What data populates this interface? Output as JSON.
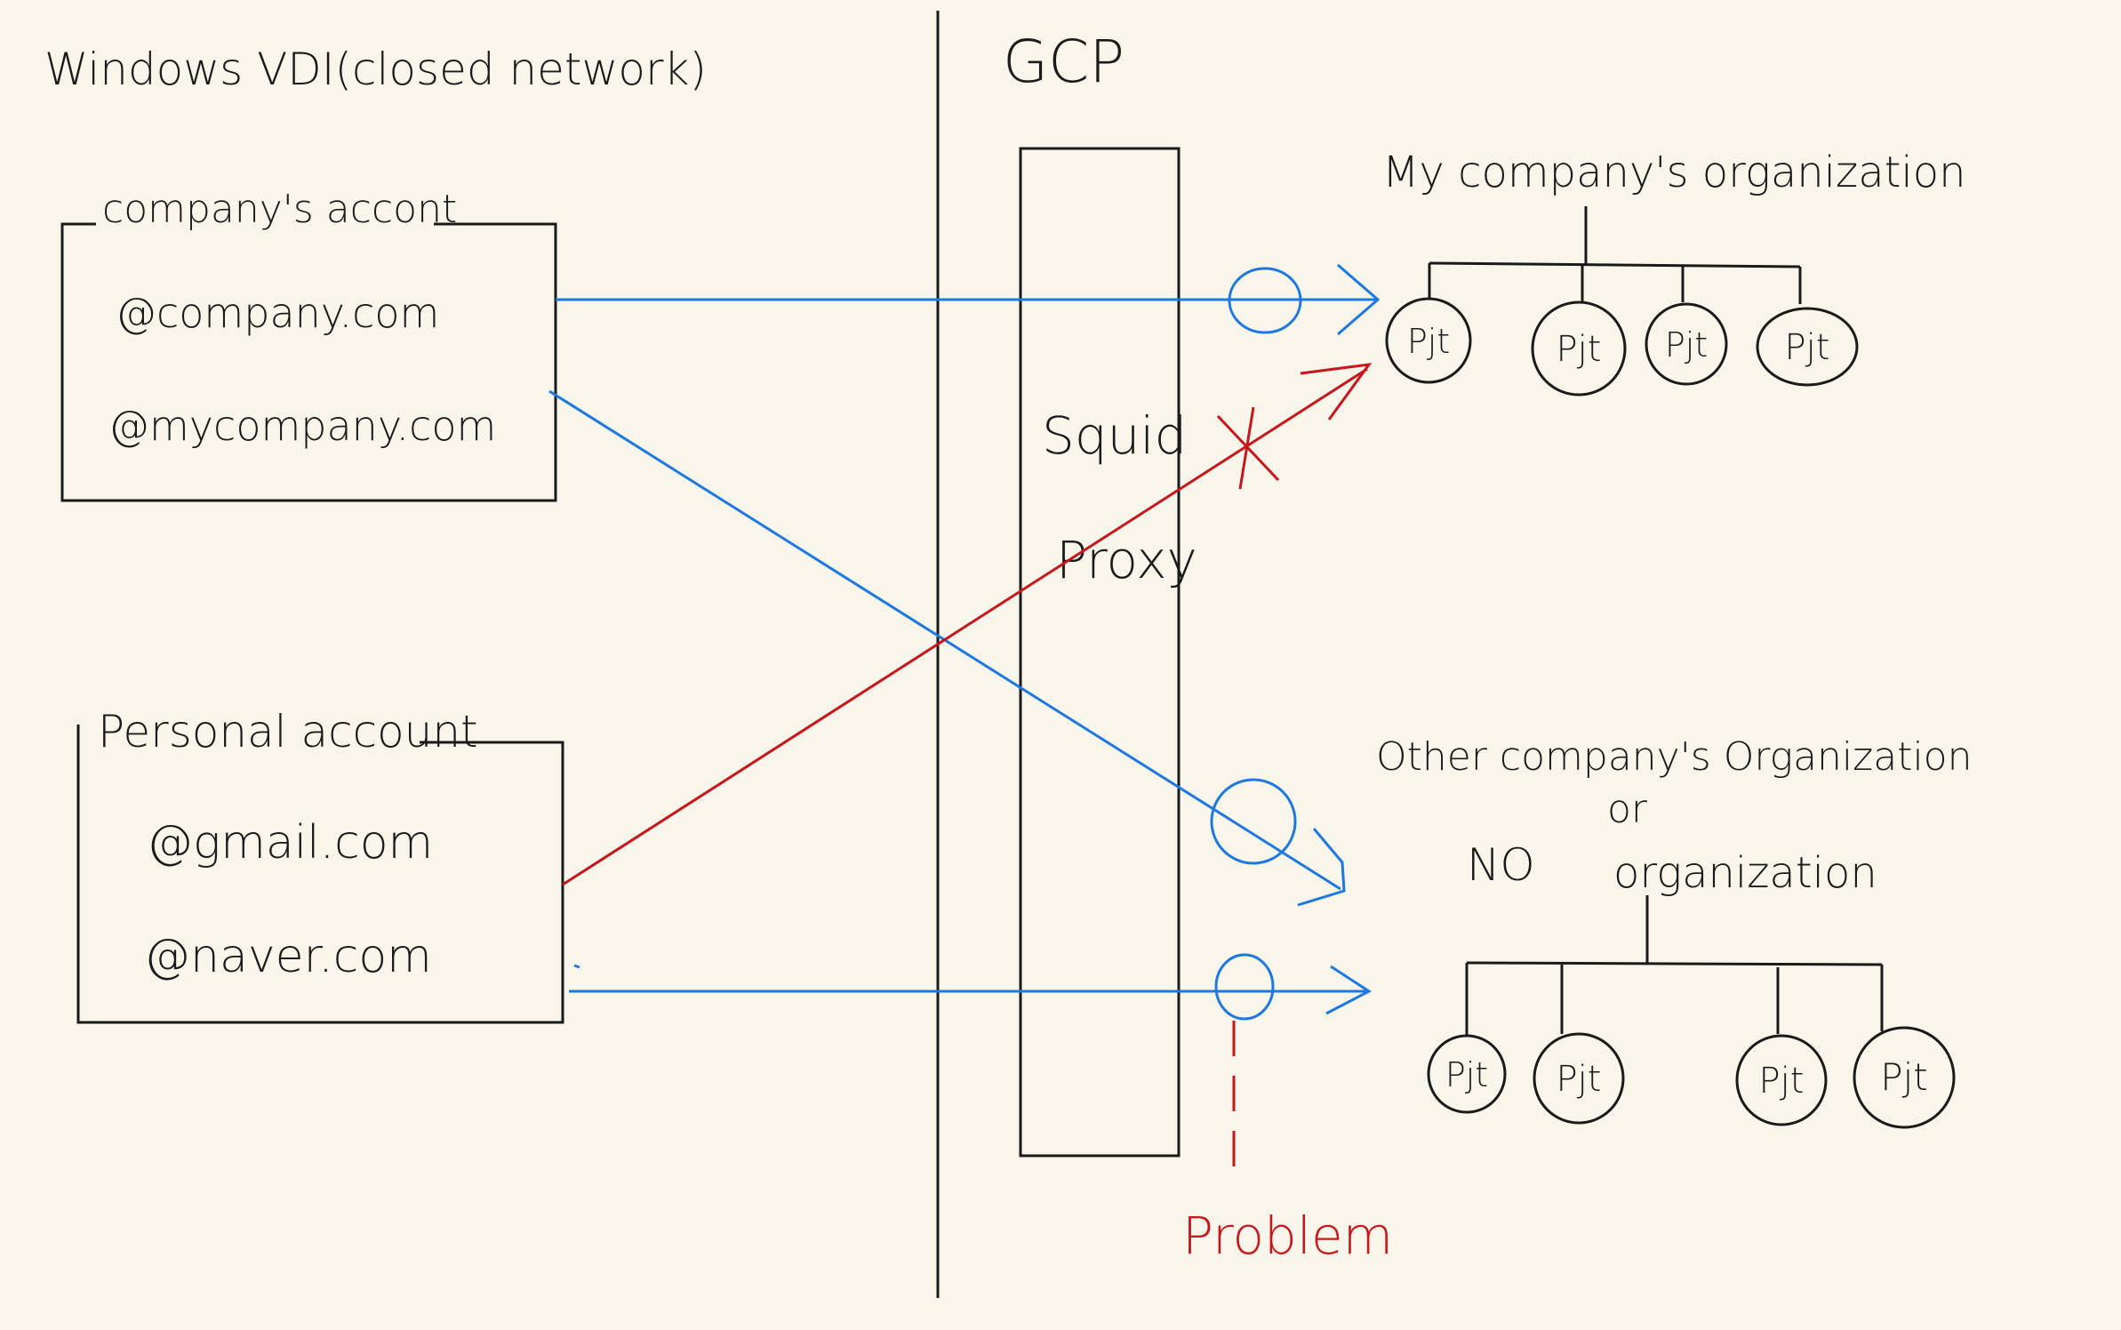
{
  "colors": {
    "background": "#f8f6ea",
    "ink": "#1a1a1a",
    "allowed_line": "#1f78e0",
    "blocked_line": "#c8161d"
  },
  "left_zone": {
    "title": "Windows VDI(closed network)",
    "company_box": {
      "label": "company's accont",
      "emails": [
        "@company.com",
        "@mycompany.com"
      ]
    },
    "personal_box": {
      "label": "Personal account",
      "emails": [
        "@gmail.com",
        "@naver.com"
      ]
    }
  },
  "right_zone": {
    "title": "GCP",
    "proxy_label_line1": "Squid",
    "proxy_label_line2": "Proxy",
    "my_org": {
      "title": "My company's organization",
      "projects": [
        "Pjt",
        "Pjt",
        "Pjt",
        "Pjt"
      ]
    },
    "other_org": {
      "title_line1": "Other company's Organization",
      "title_line2": "or",
      "title_line3_a": "NO",
      "title_line3_b": "organization",
      "projects": [
        "Pjt",
        "Pjt",
        "Pjt",
        "Pjt"
      ]
    },
    "problem_label": "Problem",
    "allowed_symbol": "O",
    "blocked_symbol": "X"
  }
}
